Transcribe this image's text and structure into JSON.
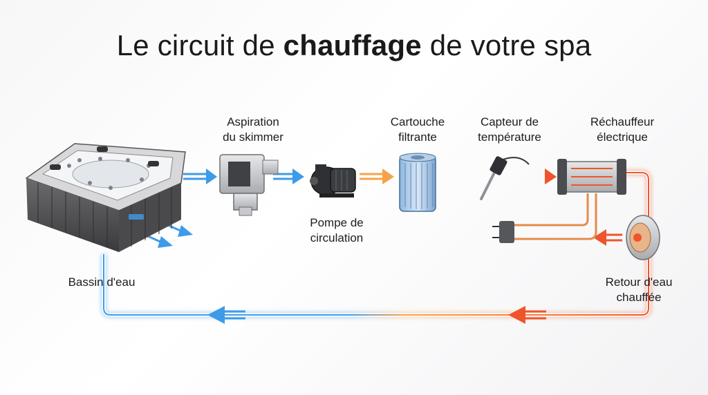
{
  "title": {
    "part1": "Le circuit de ",
    "bold": "chauffage",
    "part2": " de votre spa"
  },
  "labels": {
    "skimmer_line1": "Aspiration",
    "skimmer_line2": "du skimmer",
    "filter_line1": "Cartouche",
    "filter_line2": "filtrante",
    "sensor_line1": "Capteur de",
    "sensor_line2": "température",
    "heater_line1": "Réchauffeur",
    "heater_line2": "électrique",
    "pump_line1": "Pompe de",
    "pump_line2": "circulation",
    "basin": "Bassin d'eau",
    "return_line1": "Retour d'eau",
    "return_line2": "chauffée"
  },
  "colors": {
    "cold": "#3d9be9",
    "hot": "#f0542a",
    "warm": "#f7a24a"
  }
}
